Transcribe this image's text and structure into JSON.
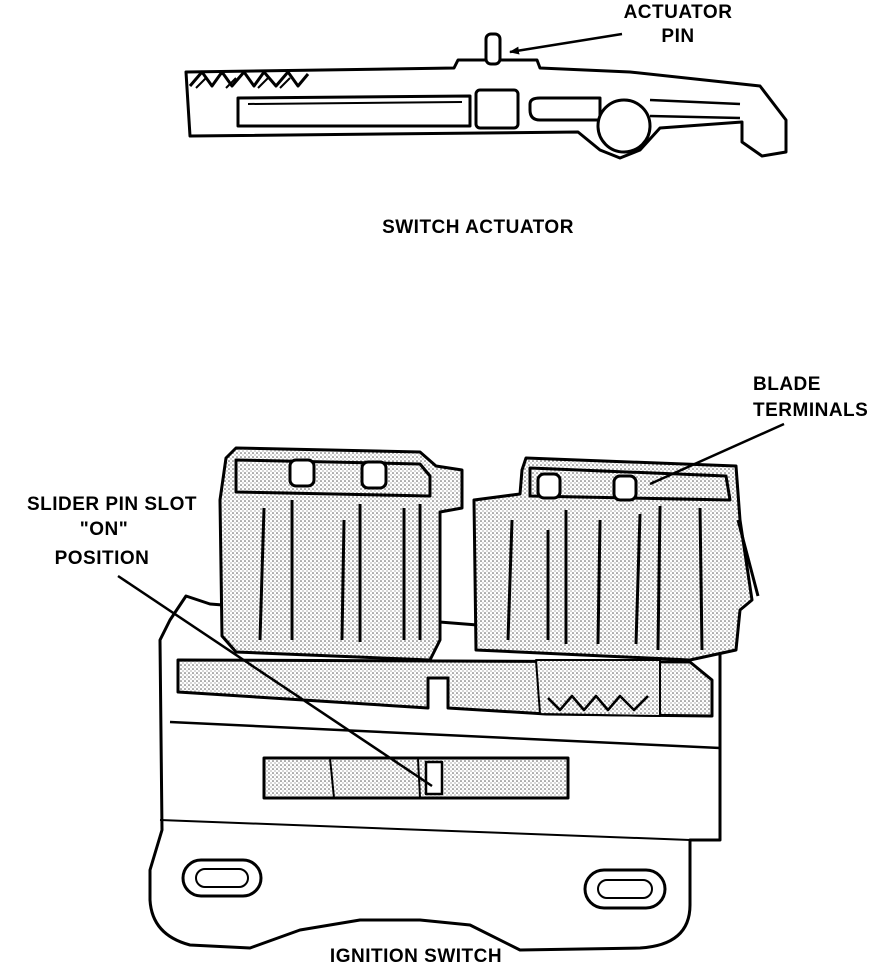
{
  "labels": {
    "actuator_pin_line1": "ACTUATOR",
    "actuator_pin_line2": "PIN",
    "switch_actuator": "SWITCH ACTUATOR",
    "blade_terminals_line1": "BLADE",
    "blade_terminals_line2": "TERMINALS",
    "slider_pin_slot_line1": "SLIDER PIN SLOT",
    "slider_pin_slot_line2": "\"ON\"",
    "slider_pin_slot_line3": "POSITION",
    "ignition_switch": "IGNITION SWITCH"
  },
  "colors": {
    "ink": "#000000",
    "paper": "#ffffff",
    "stipple": "#bdbdbd"
  }
}
